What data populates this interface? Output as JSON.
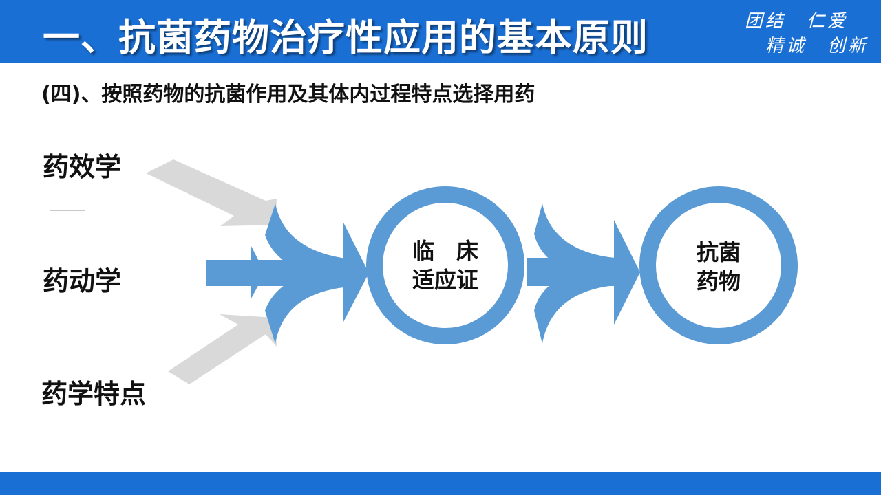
{
  "header": {
    "title": "一、抗菌药物治疗性应用的基本原则",
    "motto_line1": "团结　仁爱",
    "motto_line2": "精诚　创新"
  },
  "subtitle": "(四)、按照药物的抗菌作用及其体内过程特点选择用药",
  "inputs": [
    "药效学",
    "药动学",
    "药学特点"
  ],
  "nodes": {
    "clinical_line1": "临　床",
    "clinical_line2": "适应证",
    "drug_line1": "抗菌",
    "drug_line2": "药物"
  },
  "colors": {
    "header_blue": "#1a6fd4",
    "arrow_blue": "#5b9bd5",
    "arrow_gray": "#d9d9d9"
  }
}
